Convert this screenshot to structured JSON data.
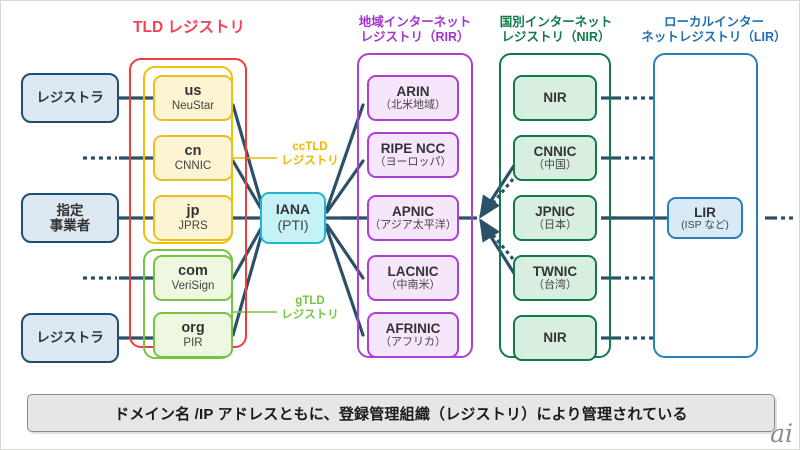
{
  "diagram": {
    "title_banner": "ドメイン名 /IP アドレスともに、登録管理組織（レジストリ）により管理されている",
    "watermark": "ai",
    "colors": {
      "tld_red": "#ef3c3c",
      "cctld_yellow": "#f2c200",
      "gtld_green": "#76c442",
      "rir_purple": "#ad3fd4",
      "nir_green": "#11794a",
      "lir_blue": "#2980b9",
      "iana_cyan": "#22b6cf",
      "actor_blue": "#1d4f73",
      "link_navy": "#2b5068"
    },
    "headings": {
      "tld": "TLD レジストリ",
      "rir_line1": "地域インターネット",
      "rir_line2": "レジストリ（RIR）",
      "nir_line1": "国別インターネット",
      "nir_line2": "レジストリ（NIR）",
      "lir_line1": "ローカルインター",
      "lir_line2": "ネットレジストリ（LIR）"
    },
    "group_tags": {
      "cctld_line1": "ccTLD",
      "cctld_line2": "レジストリ",
      "gtld_line1": "gTLD",
      "gtld_line2": "レジストリ"
    },
    "actors": [
      {
        "name": "レジストラ",
        "sub": ""
      },
      {
        "name": "指定",
        "sub": "事業者"
      },
      {
        "name": "レジストラ",
        "sub": ""
      }
    ],
    "tlds": [
      {
        "name": "us",
        "operator": "NeuStar",
        "kind": "ccTLD"
      },
      {
        "name": "cn",
        "operator": "CNNIC",
        "kind": "ccTLD"
      },
      {
        "name": "jp",
        "operator": "JPRS",
        "kind": "ccTLD"
      },
      {
        "name": "com",
        "operator": "VeriSign",
        "kind": "gTLD"
      },
      {
        "name": "org",
        "operator": "PIR",
        "kind": "gTLD"
      }
    ],
    "iana": {
      "name": "IANA",
      "sub": "(PTI)"
    },
    "rirs": [
      {
        "name": "ARIN",
        "region": "（北米地域）"
      },
      {
        "name": "RIPE NCC",
        "region": "（ヨーロッパ）"
      },
      {
        "name": "APNIC",
        "region": "（アジア太平洋）"
      },
      {
        "name": "LACNIC",
        "region": "（中南米）"
      },
      {
        "name": "AFRINIC",
        "region": "（アフリカ）"
      }
    ],
    "nirs": [
      {
        "name": "NIR",
        "region": ""
      },
      {
        "name": "CNNIC",
        "region": "（中国）"
      },
      {
        "name": "JPNIC",
        "region": "（日本）"
      },
      {
        "name": "TWNIC",
        "region": "（台湾）"
      },
      {
        "name": "NIR",
        "region": ""
      }
    ],
    "lirs": [
      {
        "name": "LIR",
        "region": "(ISP など)"
      }
    ]
  }
}
